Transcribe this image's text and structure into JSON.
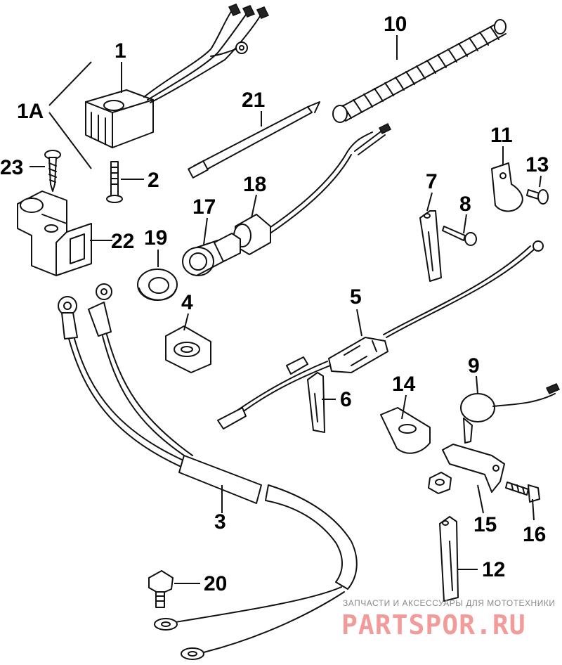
{
  "callouts": {
    "c1": "1",
    "c1a": "1A",
    "c2": "2",
    "c3": "3",
    "c4": "4",
    "c5": "5",
    "c6": "6",
    "c7": "7",
    "c8": "8",
    "c9": "9",
    "c10": "10",
    "c11": "11",
    "c12": "12",
    "c13": "13",
    "c14": "14",
    "c15": "15",
    "c16": "16",
    "c17": "17",
    "c18": "18",
    "c19": "19",
    "c20": "20",
    "c21": "21",
    "c22": "22",
    "c23": "23"
  },
  "watermark": {
    "subtitle": "ЗАПЧАСТИ И АКСЕССУАРЫ ДЛЯ МОТОТЕХНИКИ",
    "brand": "PARTSPOR.RU",
    "color": "#e84a4a"
  }
}
